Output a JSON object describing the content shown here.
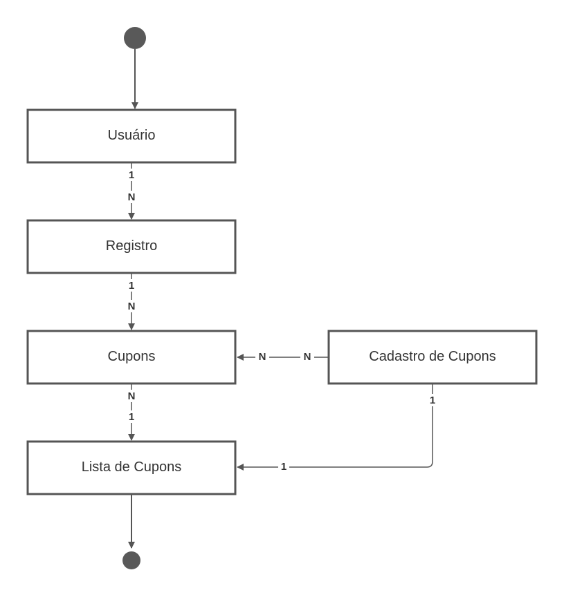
{
  "nodes": {
    "usuario": "Usuário",
    "registro": "Registro",
    "cupons": "Cupons",
    "cadastro": "Cadastro de Cupons",
    "lista": "Lista de Cupons"
  },
  "cardinalities": {
    "usuario_registro": {
      "from": "1",
      "to": "N"
    },
    "registro_cupons": {
      "from": "1",
      "to": "N"
    },
    "cupons_lista": {
      "from": "N",
      "to": "1"
    },
    "cadastro_cupons": {
      "from": "N",
      "to": "N"
    },
    "cadastro_lista": {
      "from": "1",
      "to": "1"
    }
  },
  "colors": {
    "stroke": "#555555",
    "text": "#333333",
    "background": "#ffffff"
  }
}
